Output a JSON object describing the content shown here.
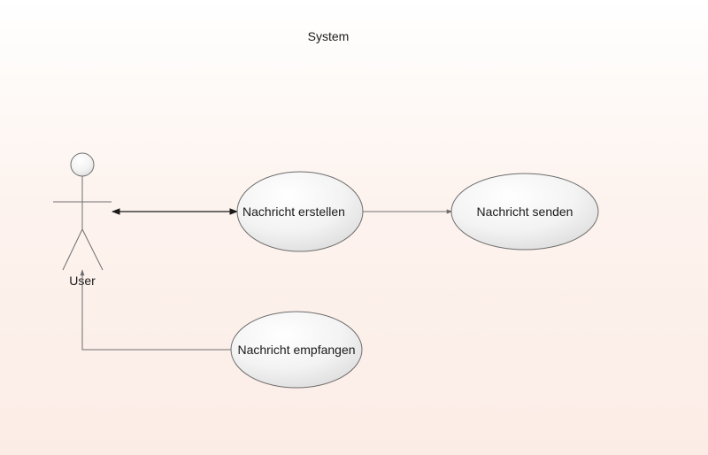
{
  "system": {
    "title": "System"
  },
  "actor": {
    "name": "User"
  },
  "use_cases": [
    {
      "label": "Nachricht erstellen"
    },
    {
      "label": "Nachricht senden"
    },
    {
      "label": "Nachricht empfangen"
    }
  ],
  "relationships": [
    {
      "from": "User",
      "to": "Nachricht erstellen",
      "kind": "bidirectional-association"
    },
    {
      "from": "Nachricht erstellen",
      "to": "Nachricht senden",
      "kind": "directed-association"
    },
    {
      "from": "Nachricht empfangen",
      "to": "User",
      "kind": "directed-association"
    }
  ],
  "colors": {
    "stroke": "#6e6e6e",
    "dark_line": "#1a1a1a",
    "text": "#1a1a1a",
    "background_top": "#ffffff",
    "background_bottom": "#fcece6"
  }
}
